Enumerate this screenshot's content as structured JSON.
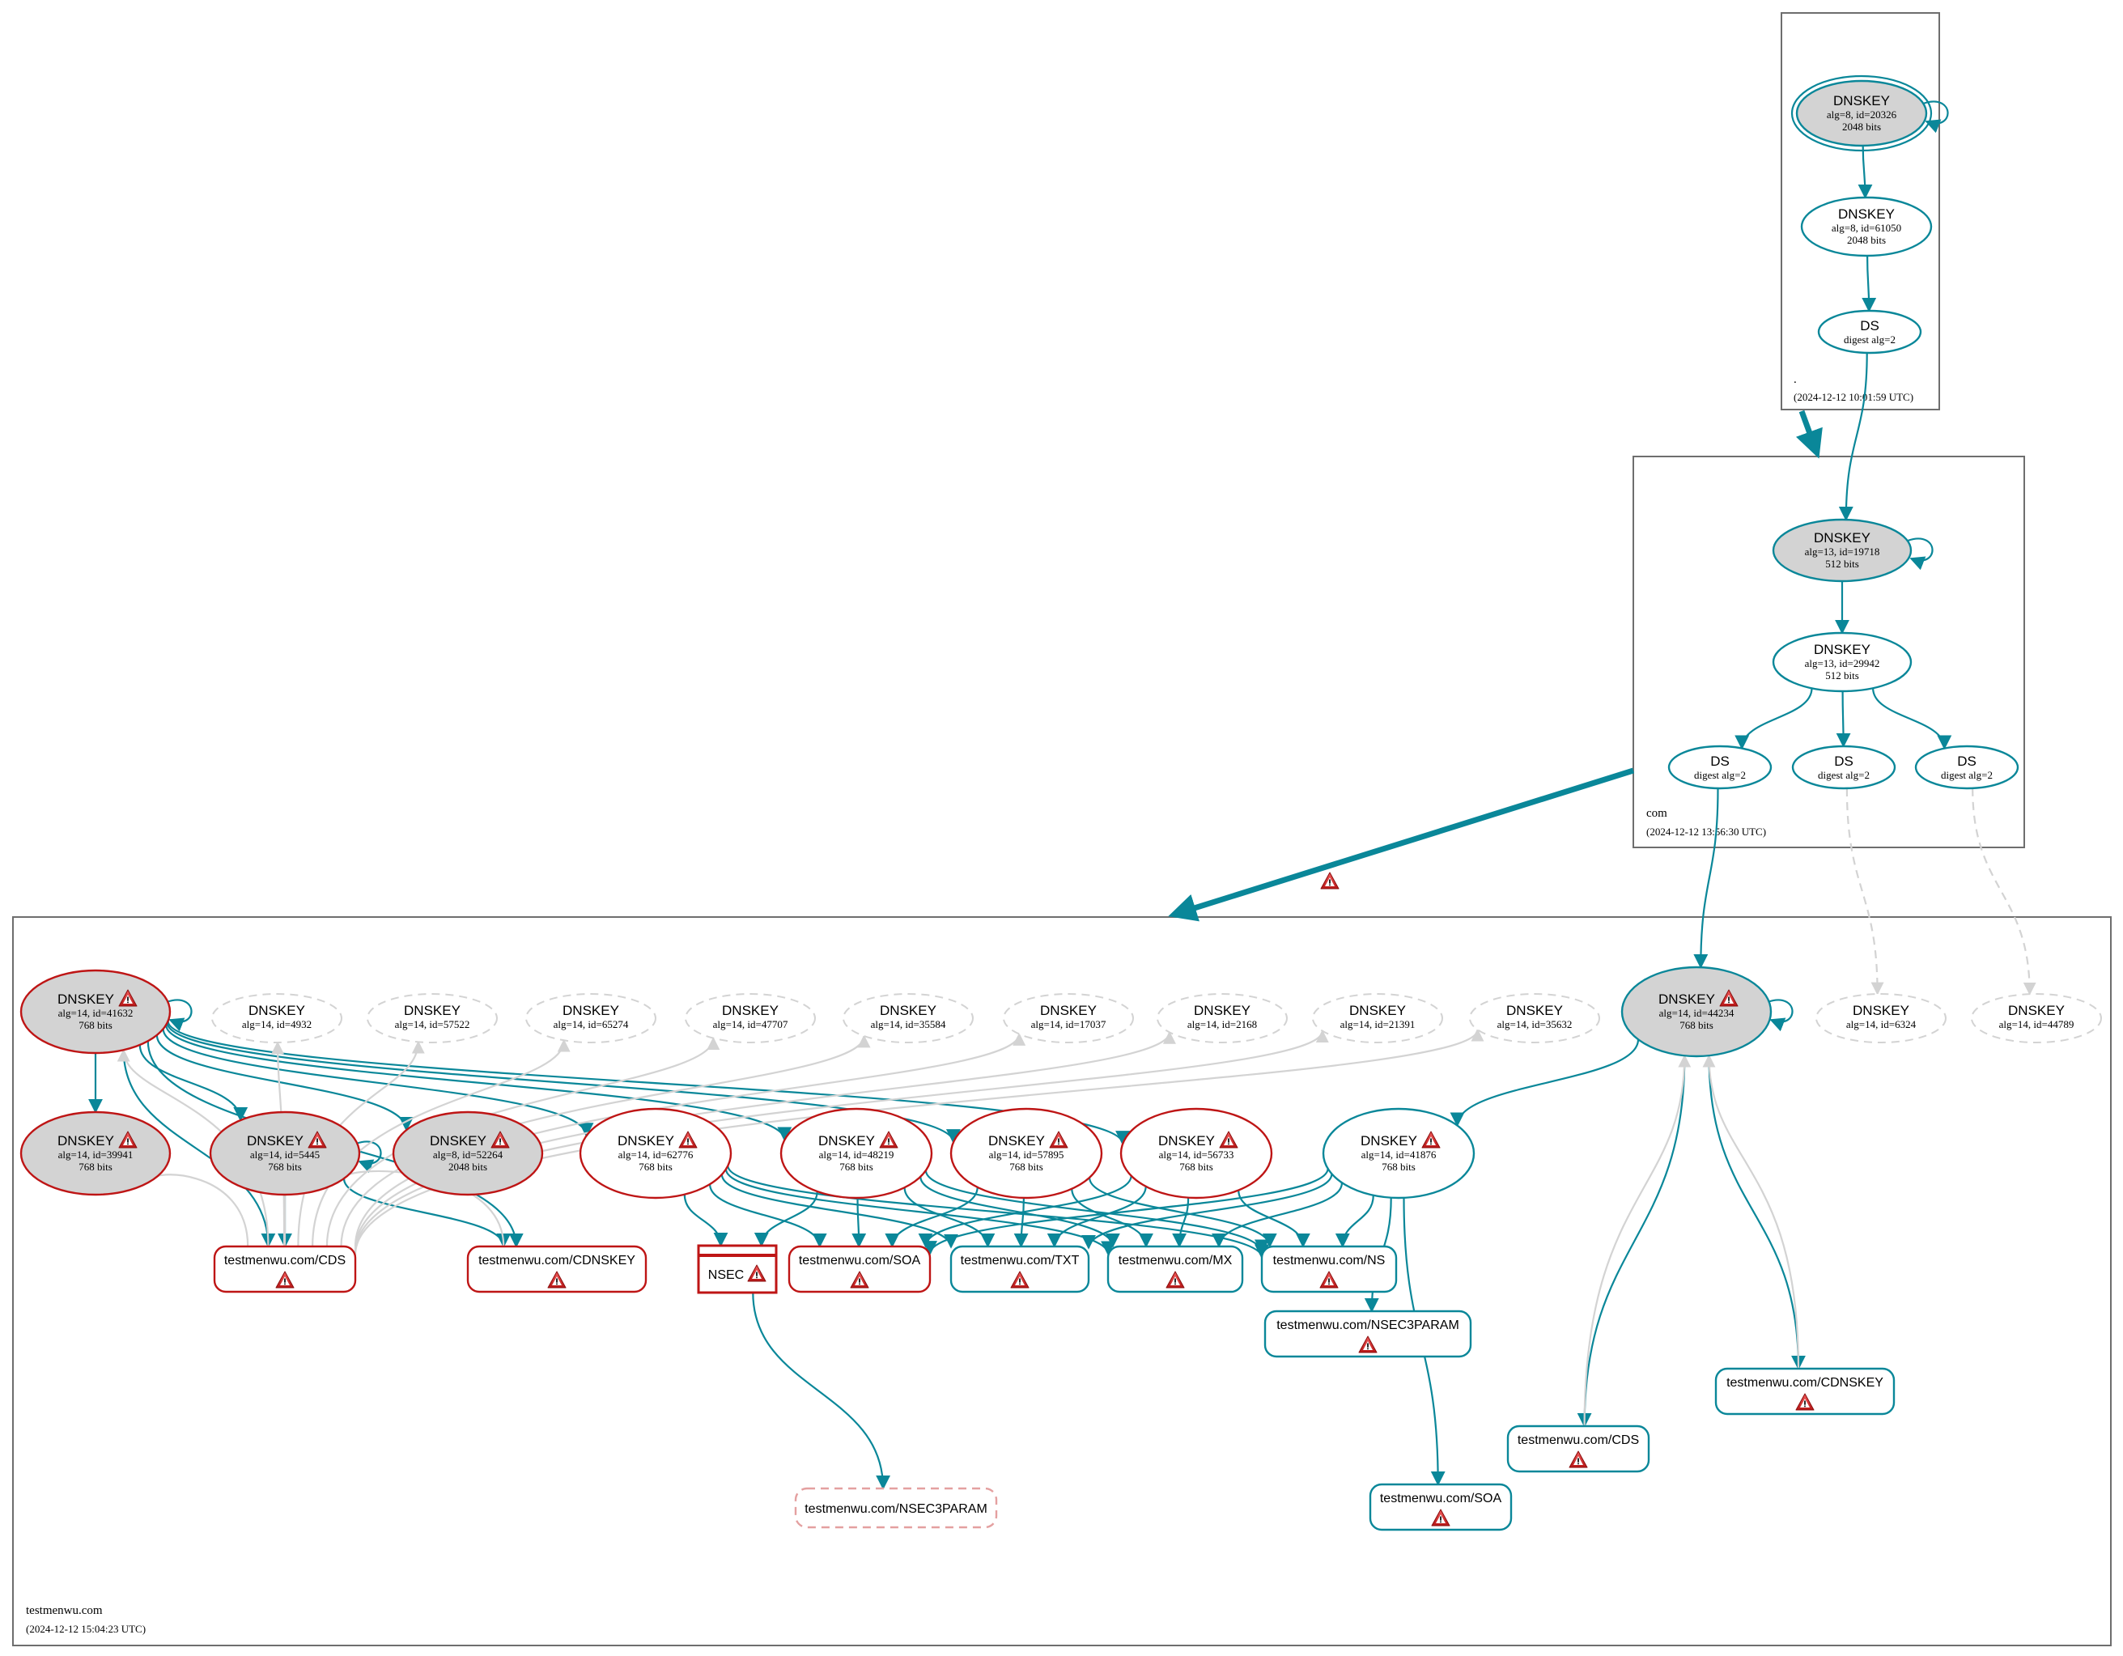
{
  "colors": {
    "valid": "#0a8799",
    "bogus": "#be1515",
    "insecure_edge": "#d3d3d3",
    "non_existent": "#d3d3d3",
    "key_fill_sep": "#d3d3d3",
    "warning_fill": "#d92a2a",
    "dashed_bogus": "#e4a0a0"
  },
  "zones": [
    {
      "id": "root",
      "label": ".",
      "timestamp": "(2024-12-12 10:01:59 UTC)"
    },
    {
      "id": "com",
      "label": "com",
      "timestamp": "(2024-12-12 13:56:30 UTC)"
    },
    {
      "id": "testmenwu",
      "label": "testmenwu.com",
      "timestamp": "(2024-12-12 15:04:23 UTC)"
    }
  ],
  "nodes": [
    {
      "id": "root_ksk",
      "zone": "root",
      "kind": "dnskey",
      "title": "DNSKEY",
      "sub1": "alg=8, id=20326",
      "sub2": "2048 bits",
      "status": "valid",
      "sep": true,
      "trust_anchor": true,
      "warning": false
    },
    {
      "id": "root_zsk",
      "zone": "root",
      "kind": "dnskey",
      "title": "DNSKEY",
      "sub1": "alg=8, id=61050",
      "sub2": "2048 bits",
      "status": "valid",
      "sep": false,
      "warning": false
    },
    {
      "id": "root_ds",
      "zone": "root",
      "kind": "ds",
      "title": "DS",
      "sub1": "digest alg=2",
      "status": "valid",
      "warning": false
    },
    {
      "id": "com_ksk",
      "zone": "com",
      "kind": "dnskey",
      "title": "DNSKEY",
      "sub1": "alg=13, id=19718",
      "sub2": "512 bits",
      "status": "valid",
      "sep": true,
      "warning": false
    },
    {
      "id": "com_zsk",
      "zone": "com",
      "kind": "dnskey",
      "title": "DNSKEY",
      "sub1": "alg=13, id=29942",
      "sub2": "512 bits",
      "status": "valid",
      "sep": false,
      "warning": false
    },
    {
      "id": "com_ds1",
      "zone": "com",
      "kind": "ds",
      "title": "DS",
      "sub1": "digest alg=2",
      "status": "valid",
      "warning": false
    },
    {
      "id": "com_ds2",
      "zone": "com",
      "kind": "ds",
      "title": "DS",
      "sub1": "digest alg=2",
      "status": "valid",
      "warning": false
    },
    {
      "id": "com_ds3",
      "zone": "com",
      "kind": "ds",
      "title": "DS",
      "sub1": "digest alg=2",
      "status": "valid",
      "warning": false
    },
    {
      "id": "k41632",
      "zone": "testmenwu",
      "kind": "dnskey",
      "title": "DNSKEY",
      "sub1": "alg=14, id=41632",
      "sub2": "768 bits",
      "status": "bogus",
      "sep": true,
      "warning": true
    },
    {
      "id": "k4932",
      "zone": "testmenwu",
      "kind": "dnskey",
      "title": "DNSKEY",
      "sub1": "alg=14, id=4932",
      "status": "missing",
      "warning": false
    },
    {
      "id": "k57522",
      "zone": "testmenwu",
      "kind": "dnskey",
      "title": "DNSKEY",
      "sub1": "alg=14, id=57522",
      "status": "missing",
      "warning": false
    },
    {
      "id": "k65274",
      "zone": "testmenwu",
      "kind": "dnskey",
      "title": "DNSKEY",
      "sub1": "alg=14, id=65274",
      "status": "missing",
      "warning": false
    },
    {
      "id": "k47707",
      "zone": "testmenwu",
      "kind": "dnskey",
      "title": "DNSKEY",
      "sub1": "alg=14, id=47707",
      "status": "missing",
      "warning": false
    },
    {
      "id": "k35584",
      "zone": "testmenwu",
      "kind": "dnskey",
      "title": "DNSKEY",
      "sub1": "alg=14, id=35584",
      "status": "missing",
      "warning": false
    },
    {
      "id": "k17037",
      "zone": "testmenwu",
      "kind": "dnskey",
      "title": "DNSKEY",
      "sub1": "alg=14, id=17037",
      "status": "missing",
      "warning": false
    },
    {
      "id": "k2168",
      "zone": "testmenwu",
      "kind": "dnskey",
      "title": "DNSKEY",
      "sub1": "alg=14, id=2168",
      "status": "missing",
      "warning": false
    },
    {
      "id": "k21391",
      "zone": "testmenwu",
      "kind": "dnskey",
      "title": "DNSKEY",
      "sub1": "alg=14, id=21391",
      "status": "missing",
      "warning": false
    },
    {
      "id": "k35632",
      "zone": "testmenwu",
      "kind": "dnskey",
      "title": "DNSKEY",
      "sub1": "alg=14, id=35632",
      "status": "missing",
      "warning": false
    },
    {
      "id": "k44234",
      "zone": "testmenwu",
      "kind": "dnskey",
      "title": "DNSKEY",
      "sub1": "alg=14, id=44234",
      "sub2": "768 bits",
      "status": "valid",
      "sep": true,
      "warning": true
    },
    {
      "id": "k6324",
      "zone": "testmenwu",
      "kind": "dnskey",
      "title": "DNSKEY",
      "sub1": "alg=14, id=6324",
      "status": "missing",
      "warning": false
    },
    {
      "id": "k44789",
      "zone": "testmenwu",
      "kind": "dnskey",
      "title": "DNSKEY",
      "sub1": "alg=14, id=44789",
      "status": "missing",
      "warning": false
    },
    {
      "id": "k39941",
      "zone": "testmenwu",
      "kind": "dnskey",
      "title": "DNSKEY",
      "sub1": "alg=14, id=39941",
      "sub2": "768 bits",
      "status": "bogus",
      "sep": true,
      "warning": true
    },
    {
      "id": "k5445",
      "zone": "testmenwu",
      "kind": "dnskey",
      "title": "DNSKEY",
      "sub1": "alg=14, id=5445",
      "sub2": "768 bits",
      "status": "bogus",
      "sep": true,
      "warning": true
    },
    {
      "id": "k52264",
      "zone": "testmenwu",
      "kind": "dnskey",
      "title": "DNSKEY",
      "sub1": "alg=8, id=52264",
      "sub2": "2048 bits",
      "status": "bogus",
      "sep": true,
      "warning": true
    },
    {
      "id": "k62776",
      "zone": "testmenwu",
      "kind": "dnskey",
      "title": "DNSKEY",
      "sub1": "alg=14, id=62776",
      "sub2": "768 bits",
      "status": "bogus",
      "sep": false,
      "warning": true
    },
    {
      "id": "k48219",
      "zone": "testmenwu",
      "kind": "dnskey",
      "title": "DNSKEY",
      "sub1": "alg=14, id=48219",
      "sub2": "768 bits",
      "status": "bogus",
      "sep": false,
      "warning": true
    },
    {
      "id": "k57895",
      "zone": "testmenwu",
      "kind": "dnskey",
      "title": "DNSKEY",
      "sub1": "alg=14, id=57895",
      "sub2": "768 bits",
      "status": "bogus",
      "sep": false,
      "warning": true
    },
    {
      "id": "k56733",
      "zone": "testmenwu",
      "kind": "dnskey",
      "title": "DNSKEY",
      "sub1": "alg=14, id=56733",
      "sub2": "768 bits",
      "status": "bogus",
      "sep": false,
      "warning": true
    },
    {
      "id": "k41876",
      "zone": "testmenwu",
      "kind": "dnskey",
      "title": "DNSKEY",
      "sub1": "alg=14, id=41876",
      "sub2": "768 bits",
      "status": "valid",
      "sep": false,
      "warning": true
    },
    {
      "id": "rr_cds_b",
      "zone": "testmenwu",
      "kind": "rrset",
      "title": "testmenwu.com/CDS",
      "status": "bogus",
      "warning": true
    },
    {
      "id": "rr_cdnskey_b",
      "zone": "testmenwu",
      "kind": "rrset",
      "title": "testmenwu.com/CDNSKEY",
      "status": "bogus",
      "warning": true
    },
    {
      "id": "nsec",
      "zone": "testmenwu",
      "kind": "nsec",
      "title": "NSEC",
      "status": "bogus",
      "warning": true
    },
    {
      "id": "rr_soa_b",
      "zone": "testmenwu",
      "kind": "rrset",
      "title": "testmenwu.com/SOA",
      "status": "bogus",
      "warning": true
    },
    {
      "id": "rr_txt",
      "zone": "testmenwu",
      "kind": "rrset",
      "title": "testmenwu.com/TXT",
      "status": "valid",
      "warning": true
    },
    {
      "id": "rr_mx",
      "zone": "testmenwu",
      "kind": "rrset",
      "title": "testmenwu.com/MX",
      "status": "valid",
      "warning": true
    },
    {
      "id": "rr_ns",
      "zone": "testmenwu",
      "kind": "rrset",
      "title": "testmenwu.com/NS",
      "status": "valid",
      "warning": true
    },
    {
      "id": "rr_nsec3param",
      "zone": "testmenwu",
      "kind": "rrset",
      "title": "testmenwu.com/NSEC3PARAM",
      "status": "valid",
      "warning": true
    },
    {
      "id": "rr_cdnskey_v",
      "zone": "testmenwu",
      "kind": "rrset",
      "title": "testmenwu.com/CDNSKEY",
      "status": "valid",
      "warning": true
    },
    {
      "id": "rr_cds_v",
      "zone": "testmenwu",
      "kind": "rrset",
      "title": "testmenwu.com/CDS",
      "status": "valid",
      "warning": true
    },
    {
      "id": "rr_soa_v",
      "zone": "testmenwu",
      "kind": "rrset",
      "title": "testmenwu.com/SOA",
      "status": "valid",
      "warning": true
    },
    {
      "id": "rr_nsec3param_nx",
      "zone": "testmenwu",
      "kind": "rrset",
      "title": "testmenwu.com/NSEC3PARAM",
      "status": "nonexistent",
      "warning": false
    }
  ],
  "delegations": [
    {
      "from": "root",
      "to": "com",
      "status": "secure",
      "warning": false
    },
    {
      "from": "com",
      "to": "testmenwu",
      "status": "secure",
      "warning": true
    }
  ],
  "edges": [
    {
      "from": "root_ksk",
      "to": "root_ksk",
      "style": "valid"
    },
    {
      "from": "root_ksk",
      "to": "root_zsk",
      "style": "valid"
    },
    {
      "from": "root_zsk",
      "to": "root_ds",
      "style": "valid"
    },
    {
      "from": "root_ds",
      "to": "com_ksk",
      "style": "valid"
    },
    {
      "from": "com_ksk",
      "to": "com_ksk",
      "style": "valid"
    },
    {
      "from": "com_ksk",
      "to": "com_zsk",
      "style": "valid"
    },
    {
      "from": "com_zsk",
      "to": "com_ds1",
      "style": "valid"
    },
    {
      "from": "com_zsk",
      "to": "com_ds2",
      "style": "valid"
    },
    {
      "from": "com_zsk",
      "to": "com_ds3",
      "style": "valid"
    },
    {
      "from": "com_ds1",
      "to": "k44234",
      "style": "valid"
    },
    {
      "from": "com_ds2",
      "to": "k6324",
      "style": "missing"
    },
    {
      "from": "com_ds3",
      "to": "k44789",
      "style": "missing"
    },
    {
      "from": "k41632",
      "to": "k41632",
      "style": "valid"
    },
    {
      "from": "k41632",
      "to": "k39941",
      "style": "valid"
    },
    {
      "from": "k41632",
      "to": "k5445",
      "style": "valid"
    },
    {
      "from": "k41632",
      "to": "k52264",
      "style": "valid"
    },
    {
      "from": "k41632",
      "to": "k62776",
      "style": "valid"
    },
    {
      "from": "k41632",
      "to": "k48219",
      "style": "valid"
    },
    {
      "from": "k41632",
      "to": "k57895",
      "style": "valid"
    },
    {
      "from": "k41632",
      "to": "k56733",
      "style": "valid"
    },
    {
      "from": "k41632",
      "to": "rr_cds_b",
      "style": "valid"
    },
    {
      "from": "k41632",
      "to": "rr_cdnskey_b",
      "style": "valid"
    },
    {
      "from": "k5445",
      "to": "k5445",
      "style": "valid"
    },
    {
      "from": "k5445",
      "to": "rr_cds_b",
      "style": "valid"
    },
    {
      "from": "k5445",
      "to": "rr_cdnskey_b",
      "style": "valid"
    },
    {
      "from": "k44234",
      "to": "k44234",
      "style": "valid"
    },
    {
      "from": "k44234",
      "to": "k41876",
      "style": "valid"
    },
    {
      "from": "k44234",
      "to": "rr_cds_v",
      "style": "valid"
    },
    {
      "from": "k44234",
      "to": "rr_cdnskey_v",
      "style": "valid"
    },
    {
      "from": "k62776",
      "to": "nsec",
      "style": "valid"
    },
    {
      "from": "k62776",
      "to": "rr_soa_b",
      "style": "valid"
    },
    {
      "from": "k62776",
      "to": "rr_txt",
      "style": "valid"
    },
    {
      "from": "k62776",
      "to": "rr_mx",
      "style": "valid"
    },
    {
      "from": "k62776",
      "to": "rr_ns",
      "style": "valid"
    },
    {
      "from": "k48219",
      "to": "nsec",
      "style": "valid"
    },
    {
      "from": "k48219",
      "to": "rr_soa_b",
      "style": "valid"
    },
    {
      "from": "k48219",
      "to": "rr_txt",
      "style": "valid"
    },
    {
      "from": "k48219",
      "to": "rr_mx",
      "style": "valid"
    },
    {
      "from": "k48219",
      "to": "rr_ns",
      "style": "valid"
    },
    {
      "from": "k57895",
      "to": "rr_soa_b",
      "style": "valid"
    },
    {
      "from": "k57895",
      "to": "rr_txt",
      "style": "valid"
    },
    {
      "from": "k57895",
      "to": "rr_mx",
      "style": "valid"
    },
    {
      "from": "k57895",
      "to": "rr_ns",
      "style": "valid"
    },
    {
      "from": "k56733",
      "to": "rr_soa_b",
      "style": "valid"
    },
    {
      "from": "k56733",
      "to": "rr_txt",
      "style": "valid"
    },
    {
      "from": "k56733",
      "to": "rr_mx",
      "style": "valid"
    },
    {
      "from": "k56733",
      "to": "rr_ns",
      "style": "valid"
    },
    {
      "from": "k41876",
      "to": "rr_soa_b",
      "style": "valid"
    },
    {
      "from": "k41876",
      "to": "rr_txt",
      "style": "valid"
    },
    {
      "from": "k41876",
      "to": "rr_mx",
      "style": "valid"
    },
    {
      "from": "k41876",
      "to": "rr_ns",
      "style": "valid"
    },
    {
      "from": "k41876",
      "to": "rr_nsec3param",
      "style": "valid"
    },
    {
      "from": "k41876",
      "to": "rr_soa_v",
      "style": "valid"
    },
    {
      "from": "nsec",
      "to": "rr_nsec3param_nx",
      "style": "valid"
    },
    {
      "from": "rr_cds_b",
      "to": "k41632",
      "style": "insecure"
    },
    {
      "from": "rr_cds_b",
      "to": "k39941",
      "style": "insecure"
    },
    {
      "from": "rr_cds_b",
      "to": "k5445",
      "style": "insecure"
    },
    {
      "from": "rr_cds_b",
      "to": "k4932",
      "style": "insecure"
    },
    {
      "from": "rr_cds_b",
      "to": "k57522",
      "style": "insecure"
    },
    {
      "from": "rr_cds_b",
      "to": "k65274",
      "style": "insecure"
    },
    {
      "from": "rr_cds_b",
      "to": "k47707",
      "style": "insecure"
    },
    {
      "from": "rr_cds_b",
      "to": "k35584",
      "style": "insecure"
    },
    {
      "from": "rr_cds_b",
      "to": "k17037",
      "style": "insecure"
    },
    {
      "from": "rr_cds_b",
      "to": "k2168",
      "style": "insecure"
    },
    {
      "from": "rr_cds_b",
      "to": "k21391",
      "style": "insecure"
    },
    {
      "from": "rr_cds_b",
      "to": "k35632",
      "style": "insecure"
    },
    {
      "from": "rr_cdnskey_b",
      "to": "k5445",
      "style": "insecure"
    },
    {
      "from": "rr_cds_v",
      "to": "k44234",
      "style": "insecure"
    },
    {
      "from": "rr_cdnskey_v",
      "to": "k44234",
      "style": "insecure"
    }
  ]
}
